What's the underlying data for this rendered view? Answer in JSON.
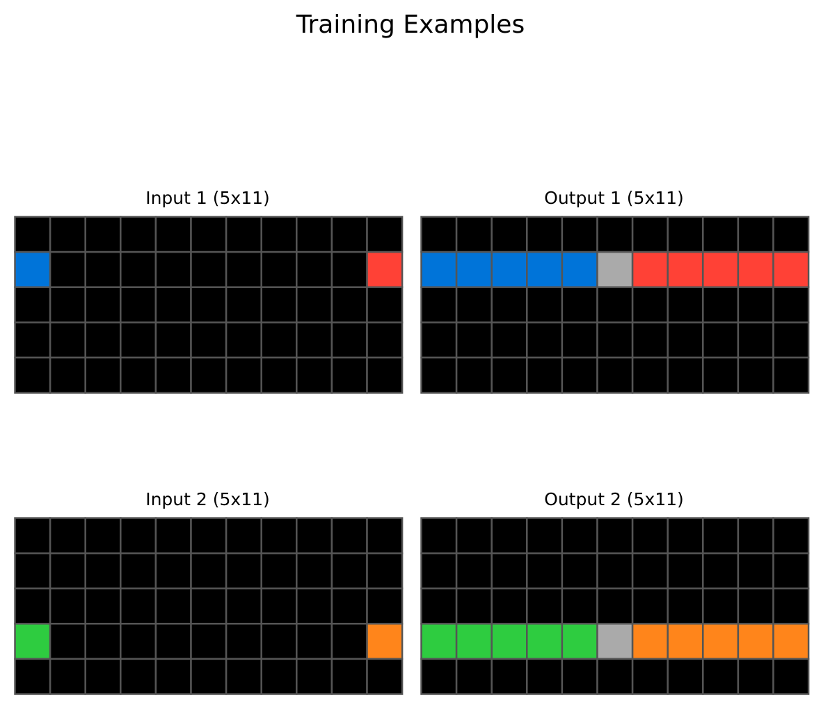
{
  "title": "Training Examples",
  "palette": {
    "0": "#000000",
    "1": "#0074D9",
    "2": "#FF4136",
    "3": "#2ECC40",
    "5": "#AAAAAA",
    "7": "#FF851B"
  },
  "grid_line_color": "#555555",
  "panels": [
    {
      "title": "Input 1 (5x11)",
      "grid": [
        [
          0,
          0,
          0,
          0,
          0,
          0,
          0,
          0,
          0,
          0,
          0
        ],
        [
          1,
          0,
          0,
          0,
          0,
          0,
          0,
          0,
          0,
          0,
          2
        ],
        [
          0,
          0,
          0,
          0,
          0,
          0,
          0,
          0,
          0,
          0,
          0
        ],
        [
          0,
          0,
          0,
          0,
          0,
          0,
          0,
          0,
          0,
          0,
          0
        ],
        [
          0,
          0,
          0,
          0,
          0,
          0,
          0,
          0,
          0,
          0,
          0
        ]
      ]
    },
    {
      "title": "Output 1 (5x11)",
      "grid": [
        [
          0,
          0,
          0,
          0,
          0,
          0,
          0,
          0,
          0,
          0,
          0
        ],
        [
          1,
          1,
          1,
          1,
          1,
          5,
          2,
          2,
          2,
          2,
          2
        ],
        [
          0,
          0,
          0,
          0,
          0,
          0,
          0,
          0,
          0,
          0,
          0
        ],
        [
          0,
          0,
          0,
          0,
          0,
          0,
          0,
          0,
          0,
          0,
          0
        ],
        [
          0,
          0,
          0,
          0,
          0,
          0,
          0,
          0,
          0,
          0,
          0
        ]
      ]
    },
    {
      "title": "Input 2 (5x11)",
      "grid": [
        [
          0,
          0,
          0,
          0,
          0,
          0,
          0,
          0,
          0,
          0,
          0
        ],
        [
          0,
          0,
          0,
          0,
          0,
          0,
          0,
          0,
          0,
          0,
          0
        ],
        [
          0,
          0,
          0,
          0,
          0,
          0,
          0,
          0,
          0,
          0,
          0
        ],
        [
          3,
          0,
          0,
          0,
          0,
          0,
          0,
          0,
          0,
          0,
          7
        ],
        [
          0,
          0,
          0,
          0,
          0,
          0,
          0,
          0,
          0,
          0,
          0
        ]
      ]
    },
    {
      "title": "Output 2 (5x11)",
      "grid": [
        [
          0,
          0,
          0,
          0,
          0,
          0,
          0,
          0,
          0,
          0,
          0
        ],
        [
          0,
          0,
          0,
          0,
          0,
          0,
          0,
          0,
          0,
          0,
          0
        ],
        [
          0,
          0,
          0,
          0,
          0,
          0,
          0,
          0,
          0,
          0,
          0
        ],
        [
          3,
          3,
          3,
          3,
          3,
          5,
          7,
          7,
          7,
          7,
          7
        ],
        [
          0,
          0,
          0,
          0,
          0,
          0,
          0,
          0,
          0,
          0,
          0
        ]
      ]
    }
  ]
}
